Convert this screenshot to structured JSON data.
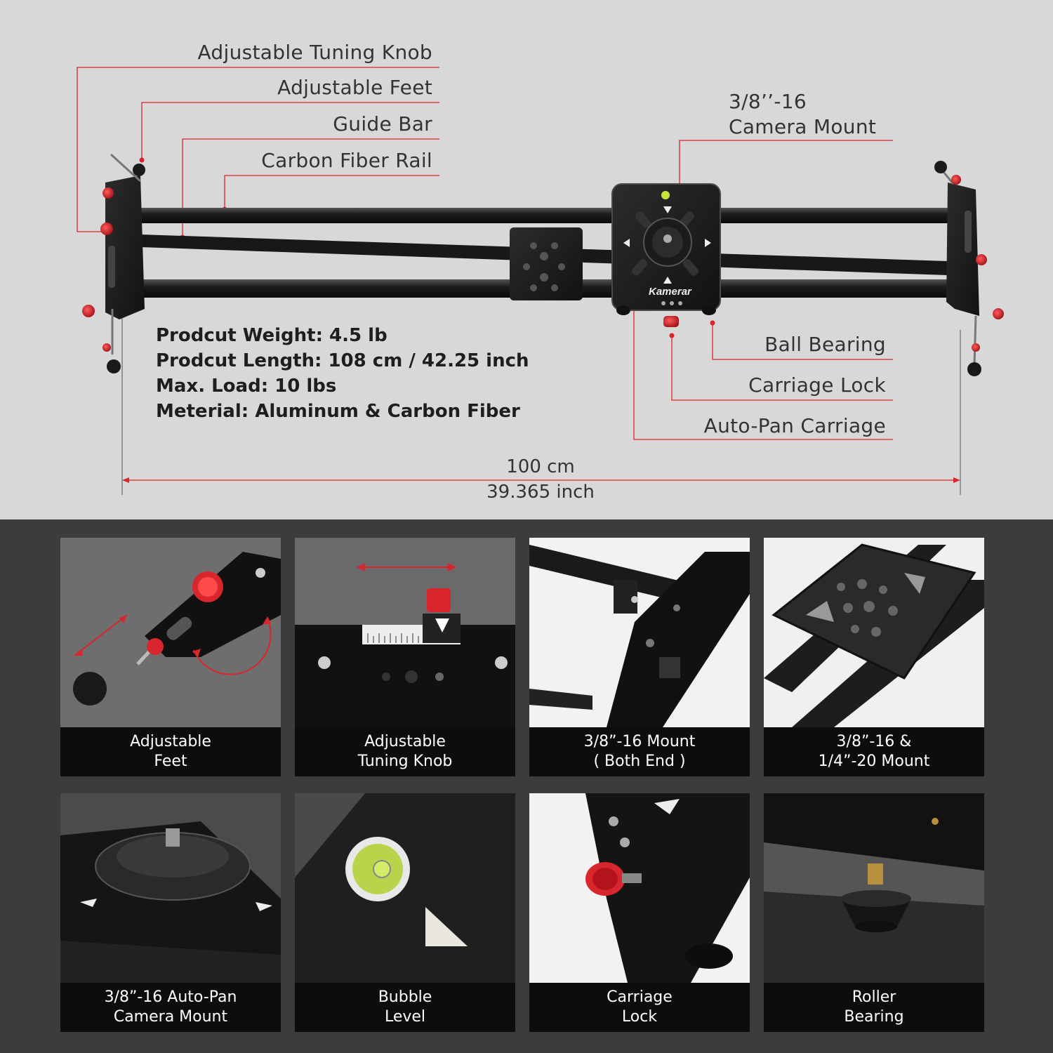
{
  "callouts": {
    "tuning_knob": "Adjustable Tuning Knob",
    "feet": "Adjustable Feet",
    "guide_bar": "Guide Bar",
    "rail": "Carbon Fiber Rail",
    "mount_line1": "3/8’’-16",
    "mount_line2": "Camera Mount",
    "ball_bearing": "Ball Bearing",
    "carriage_lock": "Carriage Lock",
    "auto_pan": "Auto-Pan Carriage"
  },
  "brand": "Kamerar",
  "specs": {
    "weight": "Prodcut Weight: 4.5 lb",
    "length": "Prodcut Length: 108 cm / 42.25 inch",
    "load": "Max. Load: 10 lbs",
    "material": "Meterial: Aluminum & Carbon Fiber"
  },
  "dimension": {
    "cm": "100 cm",
    "inch": "39.365 inch"
  },
  "tiles": [
    {
      "line1": "Adjustable",
      "line2": "Feet"
    },
    {
      "line1": "Adjustable",
      "line2": "Tuning Knob"
    },
    {
      "line1": "3/8”-16 Mount",
      "line2": "( Both End )"
    },
    {
      "line1": "3/8”-16 &",
      "line2": "1/4”-20 Mount"
    },
    {
      "line1": "3/8”-16 Auto-Pan",
      "line2": "Camera Mount"
    },
    {
      "line1": "Bubble",
      "line2": "Level"
    },
    {
      "line1": "Carriage",
      "line2": "Lock"
    },
    {
      "line1": "Roller",
      "line2": "Bearing"
    }
  ],
  "colors": {
    "accent_red": "#d9262c",
    "leader_line": "#d9262c",
    "top_bg": "#d8d8d8",
    "bottom_bg": "#3c3c3c"
  }
}
